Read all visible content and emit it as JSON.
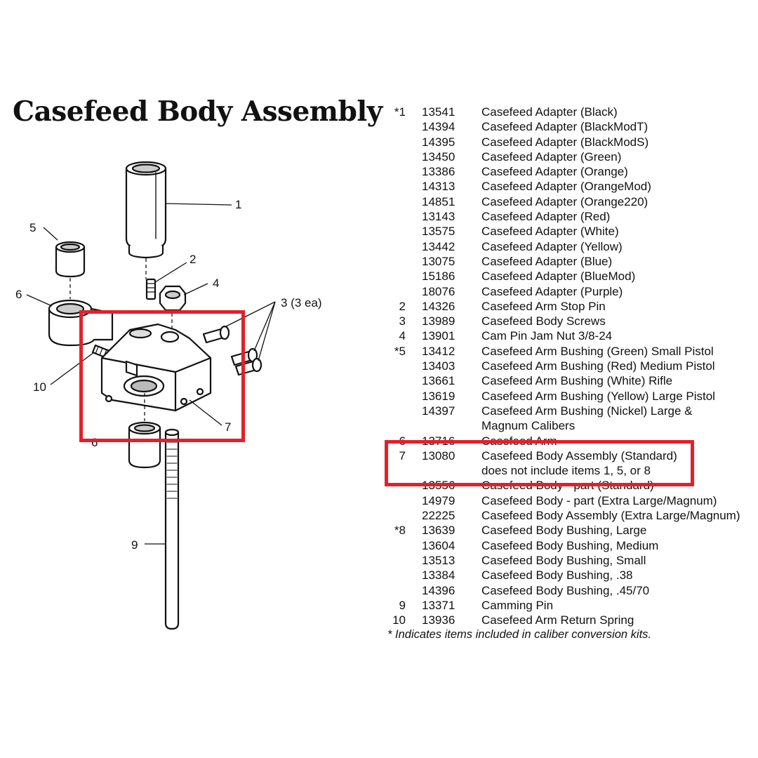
{
  "title": "Casefeed Body Assembly",
  "highlight_color": "#e3202a",
  "callouts": {
    "c1": "1",
    "c2": "2",
    "c3": "3 (3 ea)",
    "c4": "4",
    "c5": "5",
    "c6a": "6",
    "c6b": "6",
    "c7": "7",
    "c9": "9",
    "c10": "10"
  },
  "parts": [
    {
      "item": "*1",
      "pn": "13541",
      "desc": "Casefeed Adapter (Black)"
    },
    {
      "item": "",
      "pn": "14394",
      "desc": "Casefeed Adapter (BlackModT)"
    },
    {
      "item": "",
      "pn": "14395",
      "desc": "Casefeed Adapter (BlackModS)"
    },
    {
      "item": "",
      "pn": "13450",
      "desc": "Casefeed Adapter (Green)"
    },
    {
      "item": "",
      "pn": "13386",
      "desc": "Casefeed Adapter (Orange)"
    },
    {
      "item": "",
      "pn": "14313",
      "desc": "Casefeed Adapter (OrangeMod)"
    },
    {
      "item": "",
      "pn": "14851",
      "desc": "Casefeed Adapter (Orange220)"
    },
    {
      "item": "",
      "pn": "13143",
      "desc": "Casefeed Adapter (Red)"
    },
    {
      "item": "",
      "pn": "13575",
      "desc": "Casefeed Adapter (White)"
    },
    {
      "item": "",
      "pn": "13442",
      "desc": "Casefeed Adapter (Yellow)"
    },
    {
      "item": "",
      "pn": "13075",
      "desc": "Casefeed Adapter (Blue)"
    },
    {
      "item": "",
      "pn": "15186",
      "desc": "Casefeed Adapter (BlueMod)"
    },
    {
      "item": "",
      "pn": "18076",
      "desc": "Casefeed Adapter (Purple)"
    },
    {
      "item": "2",
      "pn": "14326",
      "desc": "Casefeed Arm Stop Pin"
    },
    {
      "item": "3",
      "pn": "13989",
      "desc": "Casefeed Body Screws"
    },
    {
      "item": "4",
      "pn": "13901",
      "desc": "Cam Pin Jam Nut 3/8-24"
    },
    {
      "item": "*5",
      "pn": "13412",
      "desc": "Casefeed Arm Bushing (Green) Small Pistol"
    },
    {
      "item": "",
      "pn": "13403",
      "desc": "Casefeed Arm Bushing (Red) Medium Pistol"
    },
    {
      "item": "",
      "pn": "13661",
      "desc": "Casefeed Arm Bushing (White) Rifle"
    },
    {
      "item": "",
      "pn": "13619",
      "desc": "Casefeed Arm Bushing (Yellow) Large Pistol"
    },
    {
      "item": "",
      "pn": "14397",
      "desc": "Casefeed Arm Bushing (Nickel) Large &"
    },
    {
      "item": "",
      "pn": "",
      "desc": "Magnum Calibers"
    },
    {
      "item": "6",
      "pn": "13716",
      "desc": "Casefeed Arm"
    },
    {
      "item": "7",
      "pn": "13080",
      "desc": "Casefeed Body Assembly (Standard)"
    },
    {
      "item": "",
      "pn": "",
      "desc": "does not include items 1, 5, or 8"
    },
    {
      "item": "",
      "pn": "13556",
      "desc": "Casefeed Body - part (Standard)"
    },
    {
      "item": "",
      "pn": "14979",
      "desc": "Casefeed Body - part (Extra Large/Magnum)"
    },
    {
      "item": "",
      "pn": "22225",
      "desc": "Casefeed Body Assembly (Extra Large/Magnum)"
    },
    {
      "item": "*8",
      "pn": "13639",
      "desc": "Casefeed Body Bushing, Large"
    },
    {
      "item": "",
      "pn": "13604",
      "desc": "Casefeed Body Bushing, Medium"
    },
    {
      "item": "",
      "pn": "13513",
      "desc": "Casefeed Body Bushing, Small"
    },
    {
      "item": "",
      "pn": "13384",
      "desc": "Casefeed Body Bushing, .38"
    },
    {
      "item": "",
      "pn": "14396",
      "desc": "Casefeed Body Bushing, .45/70"
    },
    {
      "item": "9",
      "pn": "13371",
      "desc": "Camming Pin"
    },
    {
      "item": "10",
      "pn": "13936",
      "desc": "Casefeed Arm Return Spring"
    }
  ],
  "footnote": "* Indicates items included in caliber conversion kits."
}
